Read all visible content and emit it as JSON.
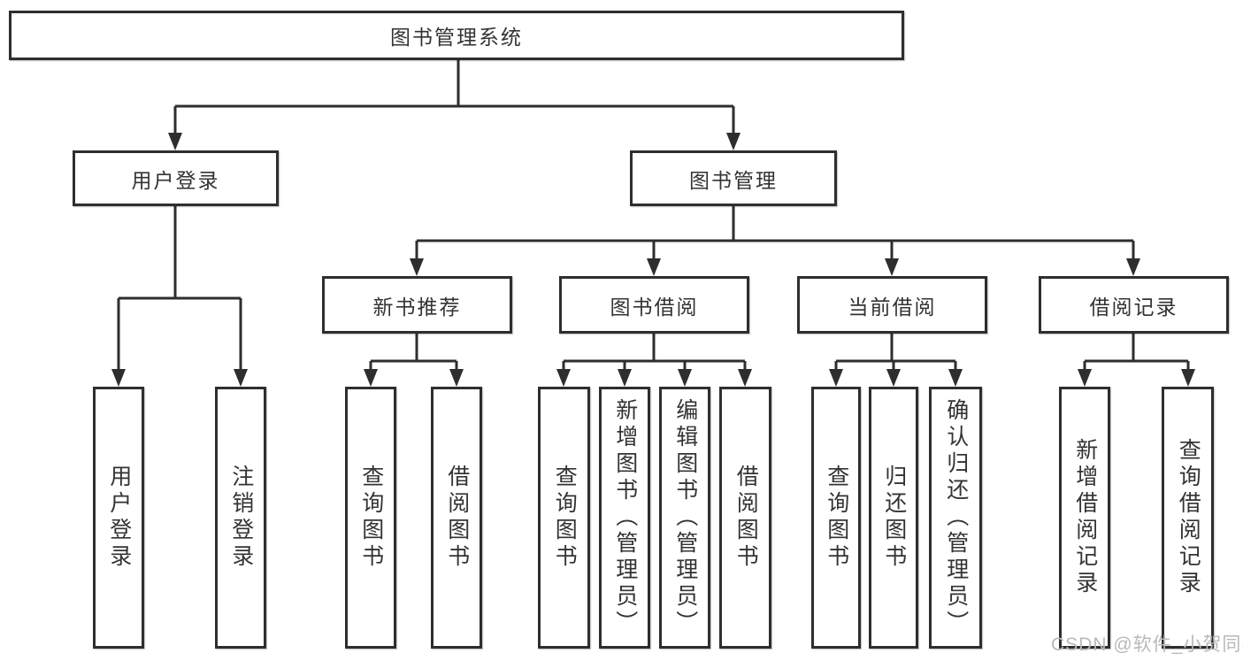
{
  "colors": {
    "line": "#2e2e2e",
    "text": "#333333",
    "box_background": "#ffffff",
    "watermark": "#b9b9b9"
  },
  "watermark": "CSDN @软件_小贺同学",
  "tree": {
    "root": {
      "label": "图书管理系统"
    },
    "branches": [
      {
        "label": "用户登录",
        "children": [
          {
            "label": "用户登录"
          },
          {
            "label": "注销登录"
          }
        ]
      },
      {
        "label": "图书管理",
        "sections": [
          {
            "label": "新书推荐",
            "children": [
              {
                "label": "查询图书"
              },
              {
                "label": "借阅图书"
              }
            ]
          },
          {
            "label": "图书借阅",
            "children": [
              {
                "label": "查询图书"
              },
              {
                "label": "新增图书（管理员）"
              },
              {
                "label": "编辑图书（管理员）"
              },
              {
                "label": "借阅图书"
              }
            ]
          },
          {
            "label": "当前借阅",
            "children": [
              {
                "label": "查询图书"
              },
              {
                "label": "归还图书"
              },
              {
                "label": "确认归还（管理员）"
              }
            ]
          },
          {
            "label": "借阅记录",
            "children": [
              {
                "label": "新增借阅记录"
              },
              {
                "label": "查询借阅记录"
              }
            ]
          }
        ]
      }
    ]
  }
}
